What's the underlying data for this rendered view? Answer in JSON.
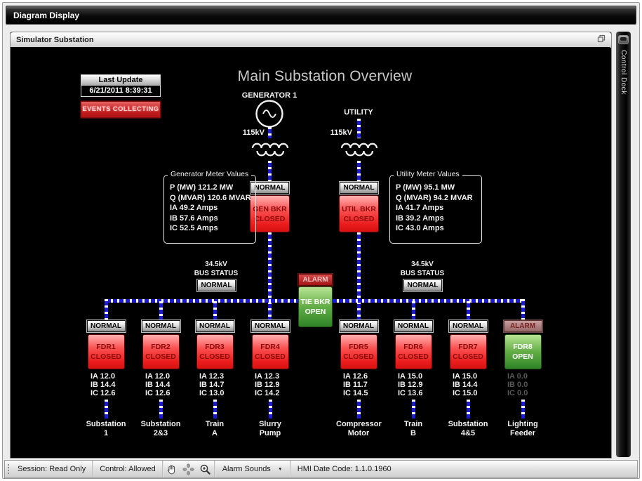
{
  "window": {
    "title": "Diagram Display"
  },
  "panel": {
    "title": "Simulator Substation"
  },
  "control_dock": {
    "label": "Control Dock"
  },
  "overview": {
    "title": "Main Substation Overview",
    "last_update": {
      "label": "Last Update",
      "timestamp": "6/21/2011 8:39:31"
    },
    "events_button_label": "EVENTS COLLECTING",
    "generator": {
      "label": "GENERATOR 1",
      "kv": "115kV",
      "status": "NORMAL",
      "breaker_line1": "GEN BKR",
      "breaker_line2": "CLOSED"
    },
    "utility": {
      "label": "UTILITY",
      "kv": "115kV",
      "status": "NORMAL",
      "breaker_line1": "UTIL BKR",
      "breaker_line2": "CLOSED"
    },
    "generator_meter": {
      "legend": "Generator Meter Values",
      "p": "P (MW) 121.2 MW",
      "q": "Q (MVAR) 120.6 MVAR",
      "ia": "IA 49.2 Amps",
      "ib": "IB 57.6 Amps",
      "ic": "IC 52.5 Amps"
    },
    "utility_meter": {
      "legend": "Utility Meter Values",
      "p": "P (MW) 95.1 MW",
      "q": "Q (MVAR) 94.2 MVAR",
      "ia": "IA 41.7 Amps",
      "ib": "IB 39.2 Amps",
      "ic": "IC 43.0 Amps"
    },
    "left_bus": {
      "kv": "34.5kV",
      "label": "BUS STATUS",
      "status": "NORMAL"
    },
    "right_bus": {
      "kv": "34.5kV",
      "label": "BUS STATUS",
      "status": "NORMAL"
    },
    "tie_breaker": {
      "status": "ALARM",
      "line1": "TIE BKR",
      "line2": "OPEN"
    },
    "feeders": [
      {
        "status": "NORMAL",
        "status_type": "normal",
        "name": "FDR1",
        "state": "CLOSED",
        "state_type": "closed",
        "ia": "IA 12.0",
        "ib": "IB 14.4",
        "ic": "IC 12.6",
        "load1": "Substation",
        "load2": "1"
      },
      {
        "status": "NORMAL",
        "status_type": "normal",
        "name": "FDR2",
        "state": "CLOSED",
        "state_type": "closed",
        "ia": "IA 12.0",
        "ib": "IB 14.4",
        "ic": "IC 12.6",
        "load1": "Substation",
        "load2": "2&3"
      },
      {
        "status": "NORMAL",
        "status_type": "normal",
        "name": "FDR3",
        "state": "CLOSED",
        "state_type": "closed",
        "ia": "IA 12.3",
        "ib": "IB 14.7",
        "ic": "IC 13.0",
        "load1": "Train",
        "load2": "A"
      },
      {
        "status": "NORMAL",
        "status_type": "normal",
        "name": "FDR4",
        "state": "CLOSED",
        "state_type": "closed",
        "ia": "IA 12.3",
        "ib": "IB 12.9",
        "ic": "IC 14.2",
        "load1": "Slurry",
        "load2": "Pump"
      },
      {
        "status": "NORMAL",
        "status_type": "normal",
        "name": "FDR5",
        "state": "CLOSED",
        "state_type": "closed",
        "ia": "IA 12.6",
        "ib": "IB 11.7",
        "ic": "IC 14.5",
        "load1": "Compressor",
        "load2": "Motor"
      },
      {
        "status": "NORMAL",
        "status_type": "normal",
        "name": "FDR6",
        "state": "CLOSED",
        "state_type": "closed",
        "ia": "IA 15.0",
        "ib": "IB 12.9",
        "ic": "IC 13.6",
        "load1": "Train",
        "load2": "B"
      },
      {
        "status": "NORMAL",
        "status_type": "normal",
        "name": "FDR7",
        "state": "CLOSED",
        "state_type": "closed",
        "ia": "IA 15.0",
        "ib": "IB 14.4",
        "ic": "IC 15.0",
        "load1": "Substation",
        "load2": "4&5"
      },
      {
        "status": "ALARM",
        "status_type": "alarm-muted",
        "name": "FDR8",
        "state": "OPEN",
        "state_type": "open",
        "ia": "IA 0.0",
        "ib": "IB 0.0",
        "ic": "IC 0.0",
        "load1": "Lighting",
        "load2": "Feeder"
      }
    ]
  },
  "status_bar": {
    "session": "Session: Read Only",
    "control": "Control: Allowed",
    "alarm_sounds_label": "Alarm Sounds",
    "hmi_date_code": "HMI Date Code: 1.1.0.1960",
    "icons": [
      "pan-hand-icon",
      "move-view-icon",
      "zoom-in-icon"
    ]
  },
  "colors": {
    "energized_line_blue": "#1b1bd4",
    "breaker_closed_red": "#ea1c1c",
    "breaker_open_green": "#2f8427",
    "alarm_red": "#a31414",
    "normal_badge_gray": "#dedede"
  }
}
